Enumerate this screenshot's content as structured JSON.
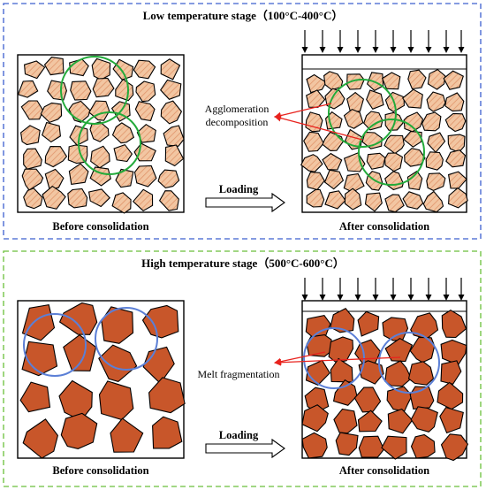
{
  "panels": [
    {
      "id": "low",
      "title": "Low temperature stage（100°C-400°C）",
      "before_label": "Before consolidation",
      "after_label": "After consolidation",
      "loading_label": "Loading",
      "annotation": "Agglomeration\ndecomposition",
      "colors": {
        "frame": "#3c5fcf",
        "particle_fill": "#f2c6a2",
        "particle_hatch": "#e0946a",
        "circle": "#22aa3a",
        "arrow": "#e8231e"
      }
    },
    {
      "id": "high",
      "title": "High temperature stage（500°C-600°C）",
      "before_label": "Before consolidation",
      "after_label": "After consolidation",
      "loading_label": "Loading",
      "annotation": "Melt fragmentation",
      "colors": {
        "frame": "#6abf3a",
        "particle_fill": "#c8562a",
        "circle": "#5b7fd6",
        "arrow": "#e8231e"
      }
    }
  ]
}
